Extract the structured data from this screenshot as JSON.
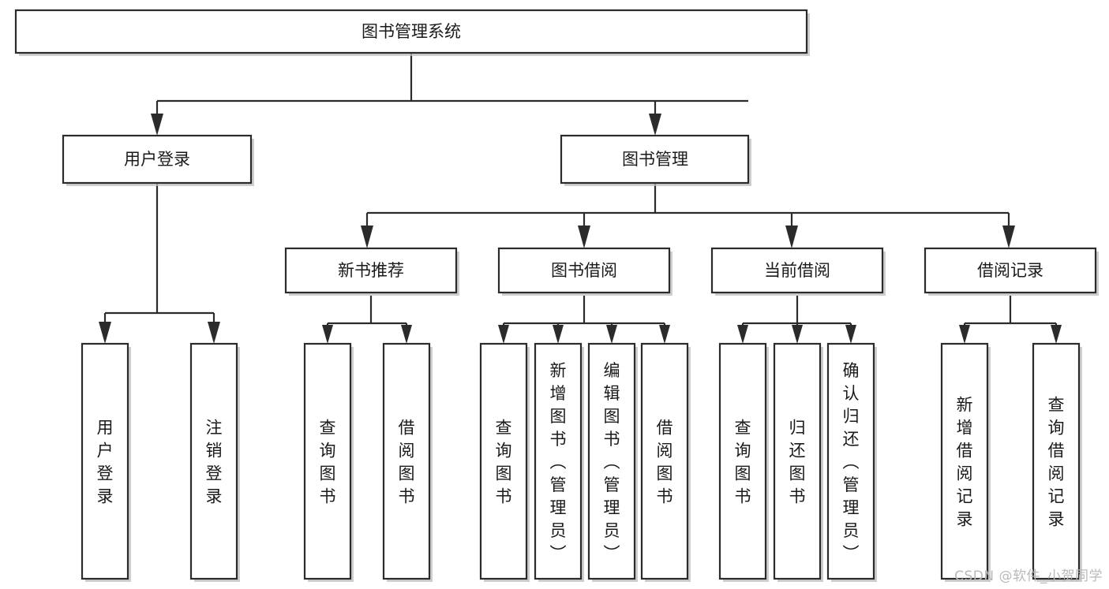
{
  "diagram": {
    "type": "tree",
    "orientation": "top-down",
    "title": "图书管理系统",
    "watermark": "CSDN @软件_小贺同学",
    "colors": {
      "background": "#ffffff",
      "stroke": "#2b2b2b",
      "text": "#1a1a1a",
      "shadow": "#bdbdbd",
      "watermark": "#b9b9b9"
    },
    "levels": [
      {
        "level": 1,
        "nodes": [
          {
            "id": "root",
            "label": "图书管理系统",
            "orientation": "horizontal"
          }
        ]
      },
      {
        "level": 2,
        "nodes": [
          {
            "id": "user-login",
            "label": "用户登录",
            "orientation": "horizontal",
            "parent": "root"
          },
          {
            "id": "book-manage",
            "label": "图书管理",
            "orientation": "horizontal",
            "parent": "root"
          }
        ]
      },
      {
        "level": 3,
        "nodes": [
          {
            "id": "new-book-rec",
            "label": "新书推荐",
            "orientation": "horizontal",
            "parent": "book-manage"
          },
          {
            "id": "book-borrow",
            "label": "图书借阅",
            "orientation": "horizontal",
            "parent": "book-manage"
          },
          {
            "id": "current-borrow",
            "label": "当前借阅",
            "orientation": "horizontal",
            "parent": "book-manage"
          },
          {
            "id": "borrow-record",
            "label": "借阅记录",
            "orientation": "horizontal",
            "parent": "book-manage"
          }
        ]
      },
      {
        "level": 4,
        "nodes": [
          {
            "id": "leaf-user-login",
            "label": "用户登录",
            "orientation": "vertical",
            "parent": "user-login"
          },
          {
            "id": "leaf-user-logout",
            "label": "注销登录",
            "orientation": "vertical",
            "parent": "user-login"
          },
          {
            "id": "leaf-rec-query",
            "label": "查询图书",
            "orientation": "vertical",
            "parent": "new-book-rec"
          },
          {
            "id": "leaf-rec-borrow",
            "label": "借阅图书",
            "orientation": "vertical",
            "parent": "new-book-rec"
          },
          {
            "id": "leaf-borrow-query",
            "label": "查询图书",
            "orientation": "vertical",
            "parent": "book-borrow"
          },
          {
            "id": "leaf-borrow-add",
            "label": "新增图书（管理员）",
            "orientation": "vertical",
            "parent": "book-borrow"
          },
          {
            "id": "leaf-borrow-edit",
            "label": "编辑图书（管理员）",
            "orientation": "vertical",
            "parent": "book-borrow"
          },
          {
            "id": "leaf-borrow-lend",
            "label": "借阅图书",
            "orientation": "vertical",
            "parent": "book-borrow"
          },
          {
            "id": "leaf-cur-query",
            "label": "查询图书",
            "orientation": "vertical",
            "parent": "current-borrow"
          },
          {
            "id": "leaf-cur-return",
            "label": "归还图书",
            "orientation": "vertical",
            "parent": "current-borrow"
          },
          {
            "id": "leaf-cur-confirm",
            "label": "确认归还（管理员）",
            "orientation": "vertical",
            "parent": "current-borrow"
          },
          {
            "id": "leaf-rec-add",
            "label": "新增借阅记录",
            "orientation": "vertical",
            "parent": "borrow-record"
          },
          {
            "id": "leaf-rec-search",
            "label": "查询借阅记录",
            "orientation": "vertical",
            "parent": "borrow-record"
          }
        ]
      }
    ]
  },
  "nodes": {
    "root": {
      "label": "图书管理系统"
    },
    "user_login": {
      "label": "用户登录"
    },
    "book_manage": {
      "label": "图书管理"
    },
    "new_book_rec": {
      "label": "新书推荐"
    },
    "book_borrow": {
      "label": "图书借阅"
    },
    "current_borrow": {
      "label": "当前借阅"
    },
    "borrow_record": {
      "label": "借阅记录"
    },
    "leaf_user_login": {
      "label": "用户登录"
    },
    "leaf_user_logout": {
      "label": "注销登录"
    },
    "leaf_rec_query": {
      "label": "查询图书"
    },
    "leaf_rec_borrow": {
      "label": "借阅图书"
    },
    "leaf_borrow_query": {
      "label": "查询图书"
    },
    "leaf_borrow_add": {
      "label": "新增图书（管理员）"
    },
    "leaf_borrow_edit": {
      "label": "编辑图书（管理员）"
    },
    "leaf_borrow_lend": {
      "label": "借阅图书"
    },
    "leaf_cur_query": {
      "label": "查询图书"
    },
    "leaf_cur_return": {
      "label": "归还图书"
    },
    "leaf_cur_confirm": {
      "label": "确认归还（管理员）"
    },
    "leaf_rec_add": {
      "label": "新增借阅记录"
    },
    "leaf_rec_search": {
      "label": "查询借阅记录"
    }
  },
  "footer": {
    "watermark": "CSDN @软件_小贺同学"
  }
}
